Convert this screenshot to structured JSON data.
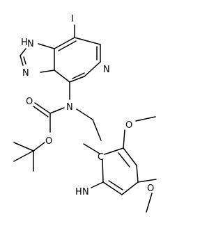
{
  "atoms": {
    "iodine": "I",
    "imidazole_nh": "H",
    "imidazole_n1": "N",
    "imidazole_n3": "N",
    "pyridine_n": "N",
    "amine_n": "N",
    "carbonyl_o": "O",
    "ester_o": "O",
    "methoxy_o_top": "O",
    "methoxy_o_bottom": "O",
    "ring_c": "C",
    "amino_h2": "H",
    "amino_n": "N"
  }
}
